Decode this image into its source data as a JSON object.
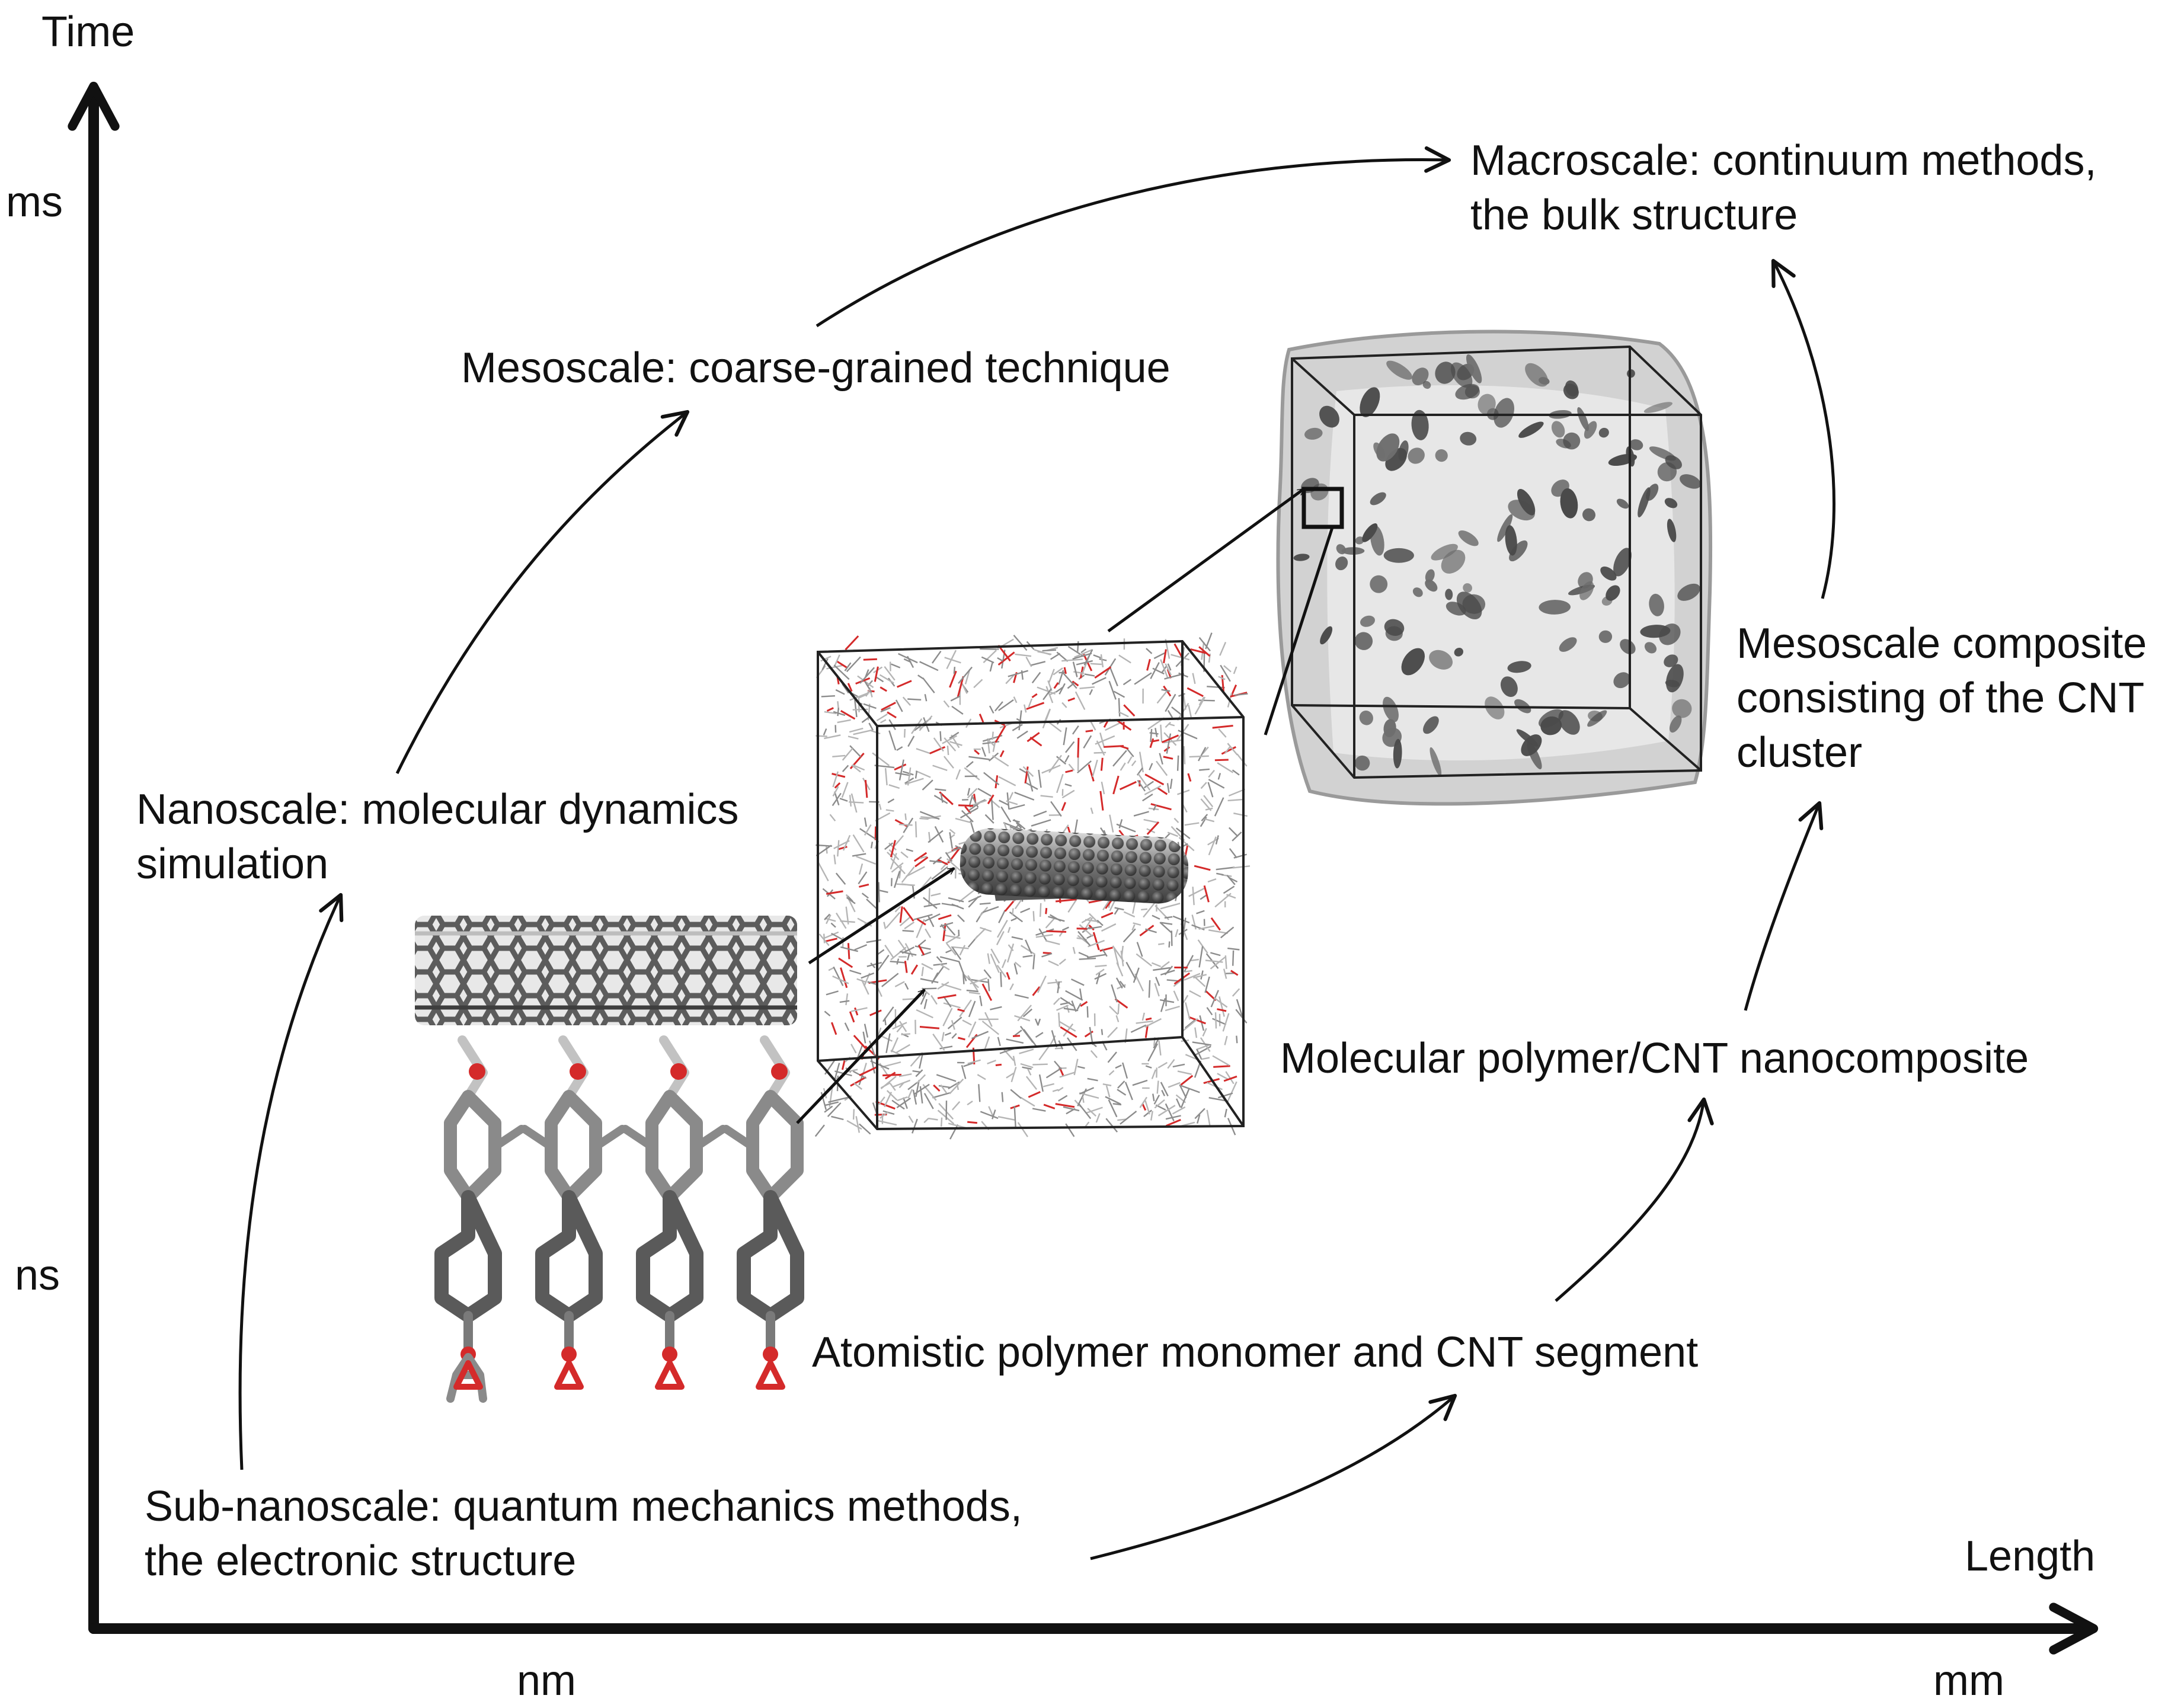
{
  "axes": {
    "y_title": "Time",
    "x_title": "Length",
    "y_ticks": [
      "ms",
      "ns"
    ],
    "x_ticks": [
      "nm",
      "mm"
    ]
  },
  "stages": [
    {
      "key": "subnano",
      "lines": [
        "Sub-nanoscale: quantum mechanics methods,",
        "the electronic structure"
      ]
    },
    {
      "key": "nano",
      "lines": [
        "Nanoscale: molecular dynamics",
        "simulation"
      ]
    },
    {
      "key": "meso",
      "lines": [
        "Mesoscale: coarse-grained technique"
      ]
    },
    {
      "key": "macro",
      "lines": [
        "Macroscale: continuum methods,",
        "the bulk structure"
      ]
    }
  ],
  "models": [
    {
      "key": "atomistic",
      "lines": [
        "Atomistic polymer monomer and CNT segment"
      ]
    },
    {
      "key": "molecular",
      "lines": [
        "Molecular  polymer/CNT nanocomposite"
      ]
    },
    {
      "key": "composite",
      "lines": [
        "Mesoscale composite",
        "consisting of the CNT",
        "cluster"
      ]
    }
  ],
  "colors": {
    "ink": "#111111",
    "atom_gray": "#8a8a8a",
    "oxygen_red": "#d42a2a",
    "hydrogen": "#f2f2f2",
    "surface": "#c9c9c9",
    "cluster": "#4a4a4a"
  }
}
